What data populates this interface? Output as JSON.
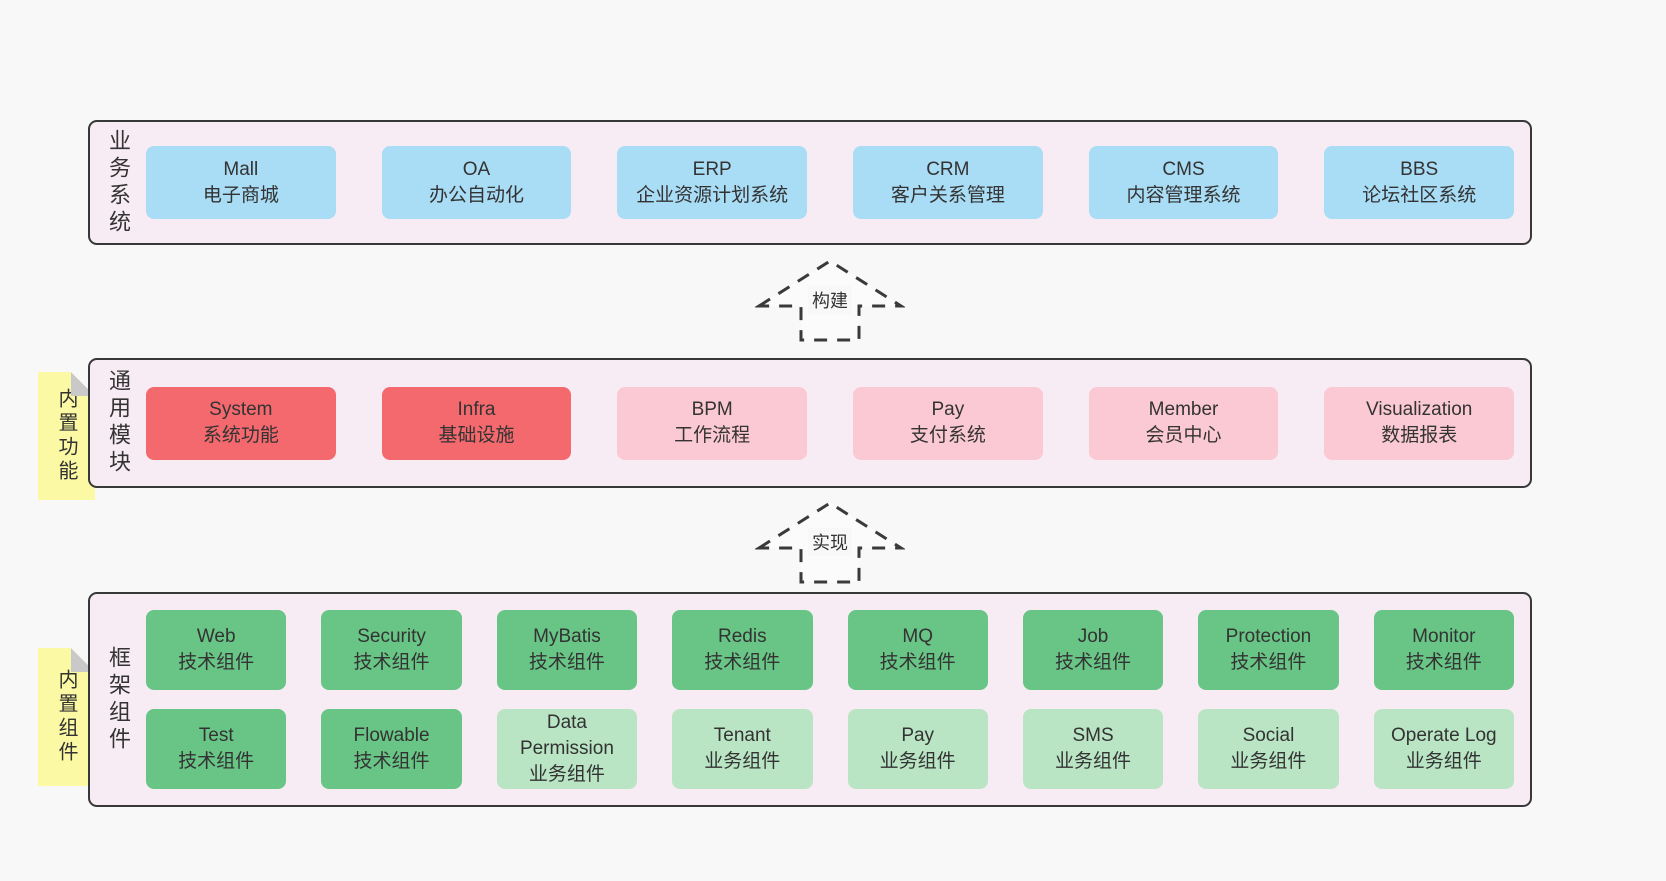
{
  "colors": {
    "page_bg": "#f8f8f8",
    "section_bg": "#f8ecf4",
    "section_border": "#383838",
    "text": "#333333",
    "blue": "#a9dcf5",
    "red": "#f4696e",
    "pink": "#fbc9d3",
    "green": "#68c586",
    "lightgreen": "#b9e5c4",
    "note_bg": "#fbf9a3",
    "note_fold": "#c9c9c9",
    "arrow_stroke": "#3a3a3a"
  },
  "sections": [
    {
      "label": "业务系统",
      "note": null,
      "rows": [
        [
          {
            "name": "Mall",
            "desc": "电子商城",
            "variant": "blue"
          },
          {
            "name": "OA",
            "desc": "办公自动化",
            "variant": "blue"
          },
          {
            "name": "ERP",
            "desc": "企业资源计划系统",
            "variant": "blue"
          },
          {
            "name": "CRM",
            "desc": "客户关系管理",
            "variant": "blue"
          },
          {
            "name": "CMS",
            "desc": "内容管理系统",
            "variant": "blue"
          },
          {
            "name": "BBS",
            "desc": "论坛社区系统",
            "variant": "blue"
          }
        ]
      ]
    },
    {
      "label": "通用模块",
      "note": "内置功能",
      "rows": [
        [
          {
            "name": "System",
            "desc": "系统功能",
            "variant": "red"
          },
          {
            "name": "Infra",
            "desc": "基础设施",
            "variant": "red"
          },
          {
            "name": "BPM",
            "desc": "工作流程",
            "variant": "pink"
          },
          {
            "name": "Pay",
            "desc": "支付系统",
            "variant": "pink"
          },
          {
            "name": "Member",
            "desc": "会员中心",
            "variant": "pink"
          },
          {
            "name": "Visualization",
            "desc": "数据报表",
            "variant": "pink"
          }
        ]
      ]
    },
    {
      "label": "框架组件",
      "note": "内置组件",
      "rows": [
        [
          {
            "name": "Web",
            "desc": "技术组件",
            "variant": "green"
          },
          {
            "name": "Security",
            "desc": "技术组件",
            "variant": "green"
          },
          {
            "name": "MyBatis",
            "desc": "技术组件",
            "variant": "green"
          },
          {
            "name": "Redis",
            "desc": "技术组件",
            "variant": "green"
          },
          {
            "name": "MQ",
            "desc": "技术组件",
            "variant": "green"
          },
          {
            "name": "Job",
            "desc": "技术组件",
            "variant": "green"
          },
          {
            "name": "Protection",
            "desc": "技术组件",
            "variant": "green"
          },
          {
            "name": "Monitor",
            "desc": "技术组件",
            "variant": "green"
          }
        ],
        [
          {
            "name": "Test",
            "desc": "技术组件",
            "variant": "green"
          },
          {
            "name": "Flowable",
            "desc": "技术组件",
            "variant": "green"
          },
          {
            "name": "Data Permission",
            "desc": "业务组件",
            "variant": "lightgreen"
          },
          {
            "name": "Tenant",
            "desc": "业务组件",
            "variant": "lightgreen"
          },
          {
            "name": "Pay",
            "desc": "业务组件",
            "variant": "lightgreen"
          },
          {
            "name": "SMS",
            "desc": "业务组件",
            "variant": "lightgreen"
          },
          {
            "name": "Social",
            "desc": "业务组件",
            "variant": "lightgreen"
          },
          {
            "name": "Operate Log",
            "desc": "业务组件",
            "variant": "lightgreen"
          }
        ]
      ]
    }
  ],
  "arrows": [
    {
      "label": "构建"
    },
    {
      "label": "实现"
    }
  ]
}
